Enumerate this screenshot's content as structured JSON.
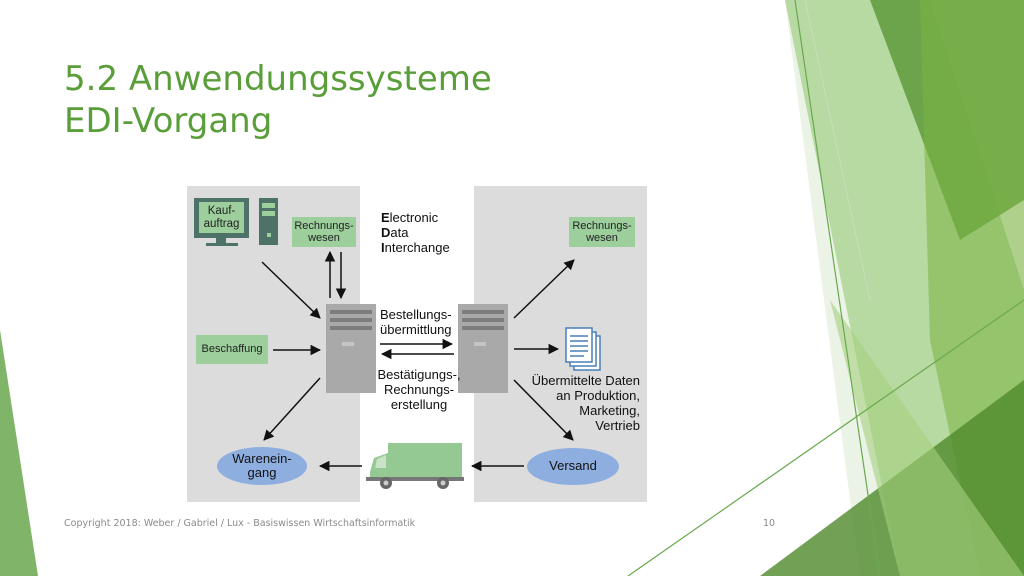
{
  "slide": {
    "title_line1": "5.2 Anwendungssysteme",
    "title_line2": "EDI-Vorgang",
    "copyright": "Copyright 2018: Weber / Gabriel / Lux - Basiswissen Wirtschaftsinformatik",
    "page_number": "10"
  },
  "diagram": {
    "kaufauftrag": "Kauf-\nauftrag",
    "rechnungswesen_left": "Rechnungs-\nwesen",
    "edi": {
      "e": "E",
      "e_rest": "lectronic",
      "d": "D",
      "d_rest": "ata",
      "i": "I",
      "i_rest": "nterchange"
    },
    "beschaffung": "Beschaffung",
    "bestellungsuebermittlung": "Bestellungs-\nübermittlung",
    "bestaetigung": "Bestätigungs-,\nRechnungs-\nerstellung",
    "wareneingang": "Warenein-\ngang",
    "rechnungswesen_right": "Rechnungs-\nwesen",
    "uebermittelte_daten": "Übermittelte Daten\nan Produktion,\nMarketing,\nVertrieb",
    "versand": "Versand"
  },
  "colors": {
    "title": "#5a9e3a",
    "panel": "#dcdcdc",
    "green_box": "#9ccf9c",
    "oval": "#8eaee0",
    "server": "#a9a9a9",
    "truck": "#94c994",
    "doc": "#4a7fb5"
  },
  "icons": [
    "computer-monitor-icon",
    "computer-tower-icon",
    "server-icon",
    "document-stack-icon",
    "truck-icon"
  ]
}
